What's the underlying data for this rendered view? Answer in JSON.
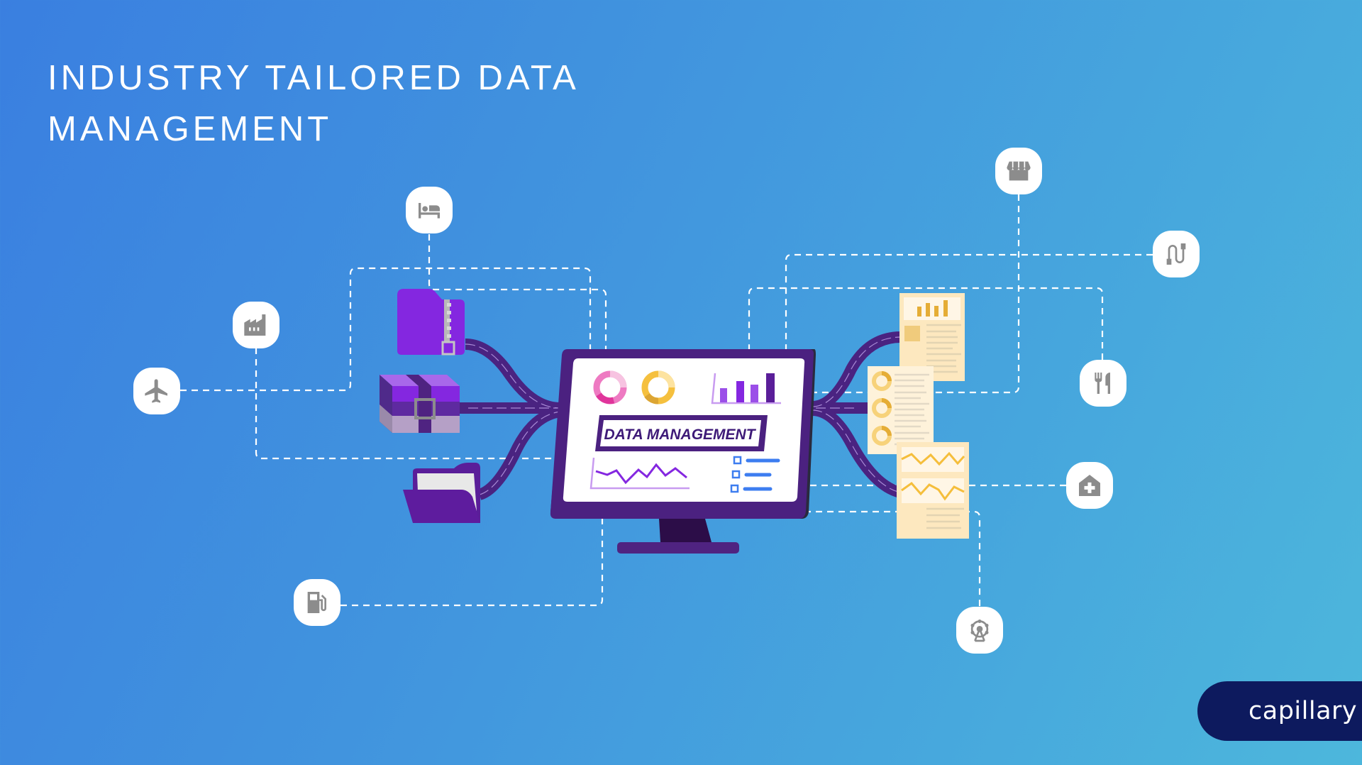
{
  "title": {
    "line1": "INDUSTRY TAILORED DATA",
    "line2": "MANAGEMENT"
  },
  "monitor": {
    "screen_label": "DATA MANAGEMENT"
  },
  "industry_icons": [
    {
      "id": "airline",
      "icon": "airplane-icon"
    },
    {
      "id": "manufacturing",
      "icon": "factory-icon"
    },
    {
      "id": "hospitality",
      "icon": "bed-icon"
    },
    {
      "id": "fuel",
      "icon": "fuel-pump-icon"
    },
    {
      "id": "retail",
      "icon": "storefront-icon"
    },
    {
      "id": "electronics",
      "icon": "cable-icon"
    },
    {
      "id": "restaurant",
      "icon": "fork-knife-icon"
    },
    {
      "id": "healthcare",
      "icon": "hospital-icon"
    },
    {
      "id": "entertainment",
      "icon": "ferris-wheel-icon"
    }
  ],
  "data_sources_left": [
    "zip-folder",
    "archive-box",
    "open-folder"
  ],
  "reports_right": [
    "bar-report",
    "donut-report",
    "trend-report"
  ],
  "brand": {
    "name": "capillary"
  },
  "colors": {
    "bg_start": "#3a7fe0",
    "bg_end": "#4db7dc",
    "monitor_frame": "#4b2180",
    "purple_accent": "#8a2be2",
    "report_paper": "#fdeac2",
    "report_accent": "#f0b63a",
    "logo_bg": "#0d1a5e",
    "icon_gray": "#8c8c8c"
  }
}
